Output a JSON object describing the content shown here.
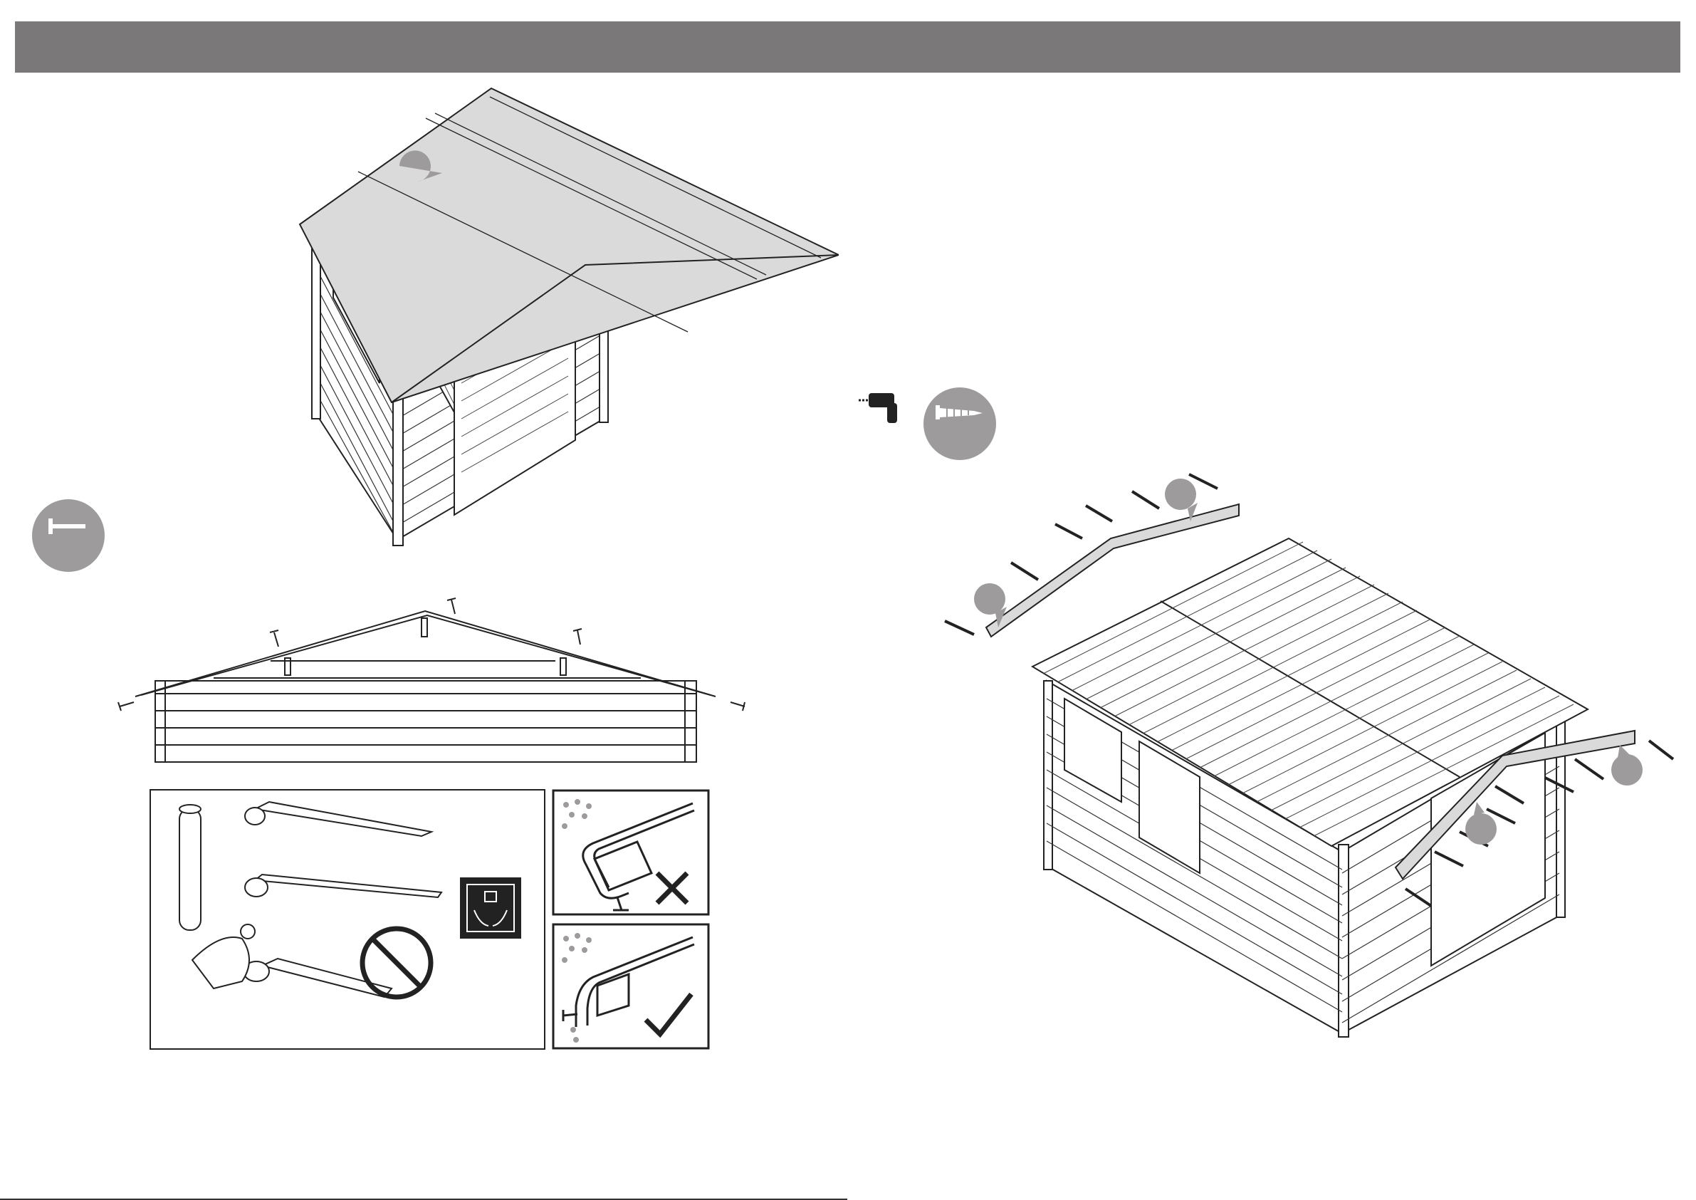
{
  "header": {
    "title": ""
  },
  "colors": {
    "header_bar": "#7a7879",
    "roof_felt": "#d9dad9",
    "callout": "#9d9b9c",
    "line": "#222222"
  },
  "icons": {
    "nail_badge": "nail-icon",
    "screw_badge": "screw-icon",
    "drill": "drill-icon",
    "handle_with_care": "fragile-handle-with-care-icon",
    "no_cutting": "prohibited-icon",
    "incorrect": "cross-mark-icon",
    "correct": "check-mark-icon"
  },
  "steps": [
    {
      "id": "roof-felt-assembled",
      "callouts": 1
    },
    {
      "id": "felt-nailing-cross-section",
      "nails": 5
    },
    {
      "id": "felt-unrolling-instructions"
    },
    {
      "id": "edge-overhang-incorrect",
      "verdict": "incorrect"
    },
    {
      "id": "edge-overhang-correct",
      "verdict": "correct"
    },
    {
      "id": "fascia-boards-screwing",
      "callouts": 4,
      "screws": 14
    }
  ],
  "footer": {
    "text": ""
  }
}
